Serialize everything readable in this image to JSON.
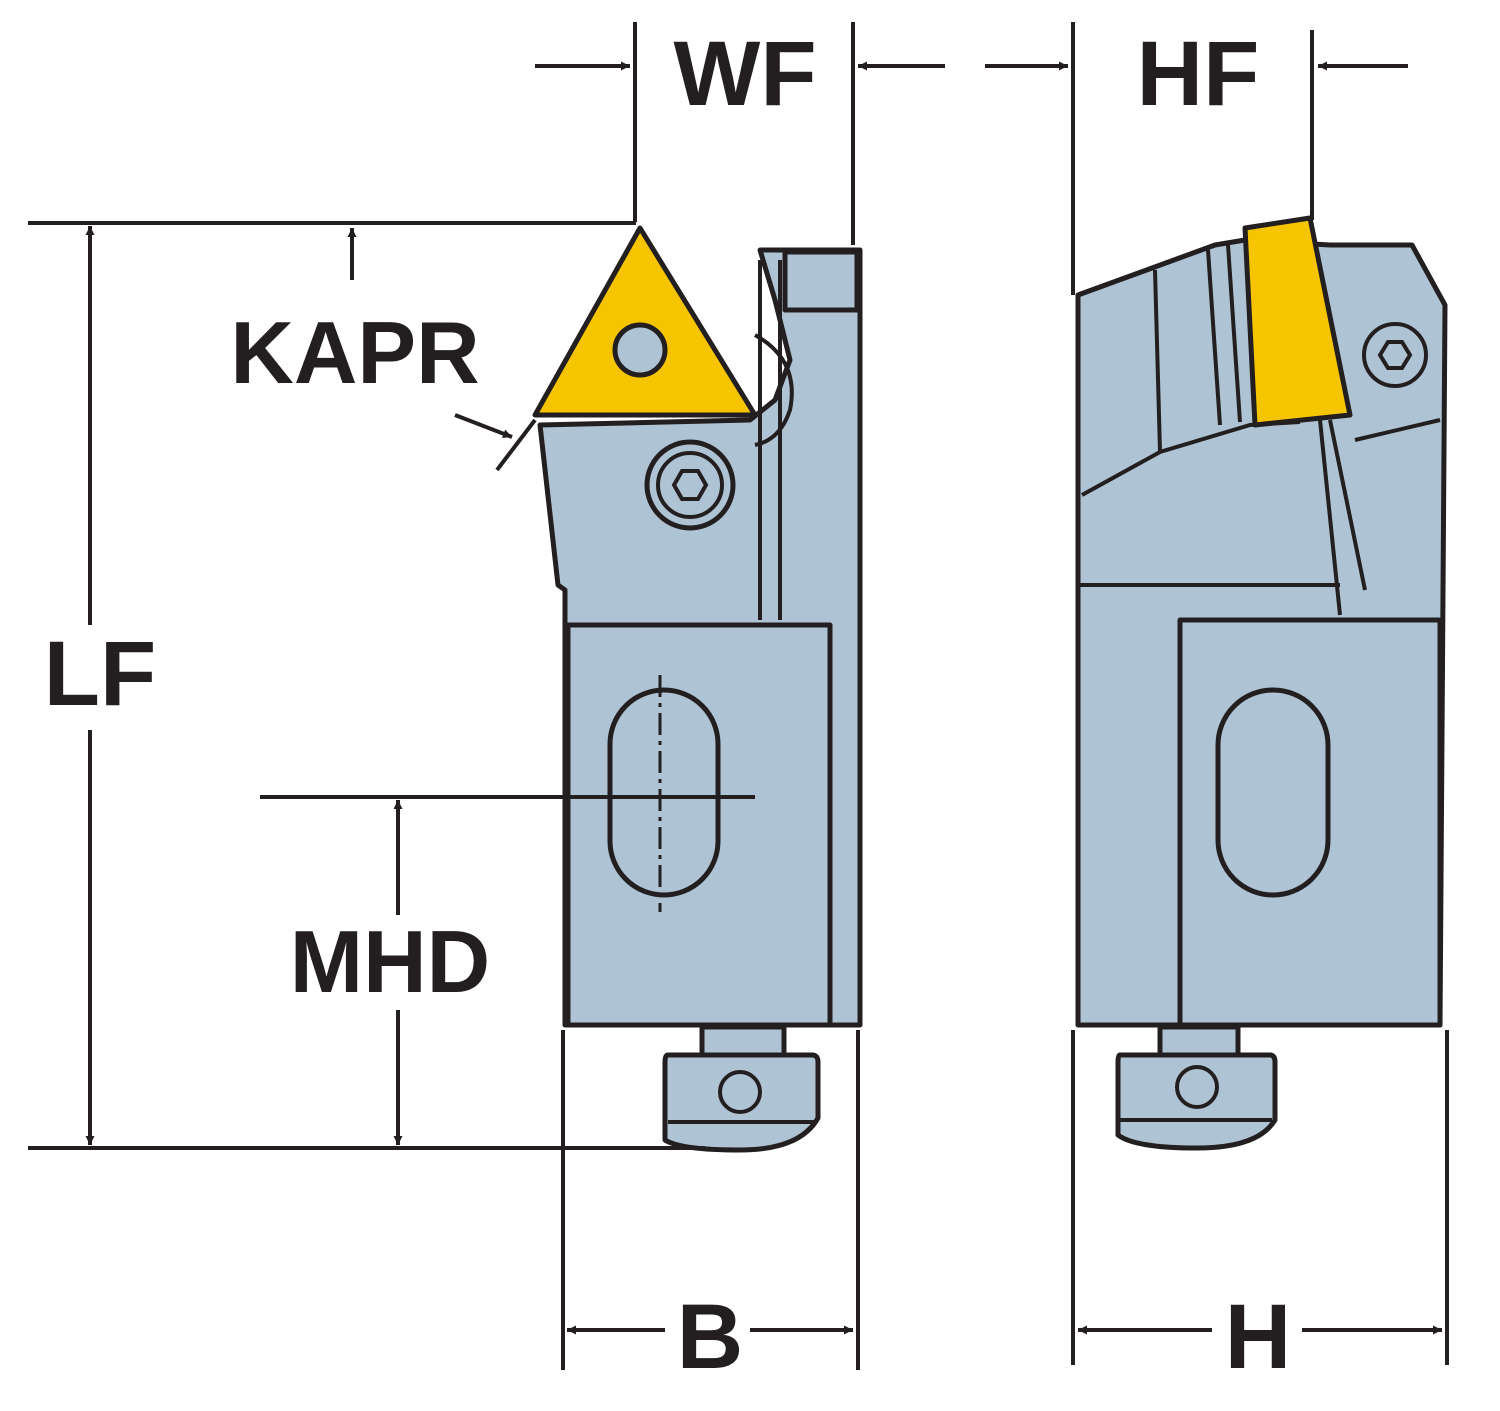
{
  "title": "Tool holder dimension drawing",
  "colors": {
    "body": "#aec4d4",
    "insert": "#f7c400",
    "line": "#231f20"
  },
  "labels": {
    "wf": "WF",
    "hf": "HF",
    "kapr": "KAPR",
    "lf": "LF",
    "mhd": "MHD",
    "b": "B",
    "h": "H"
  }
}
